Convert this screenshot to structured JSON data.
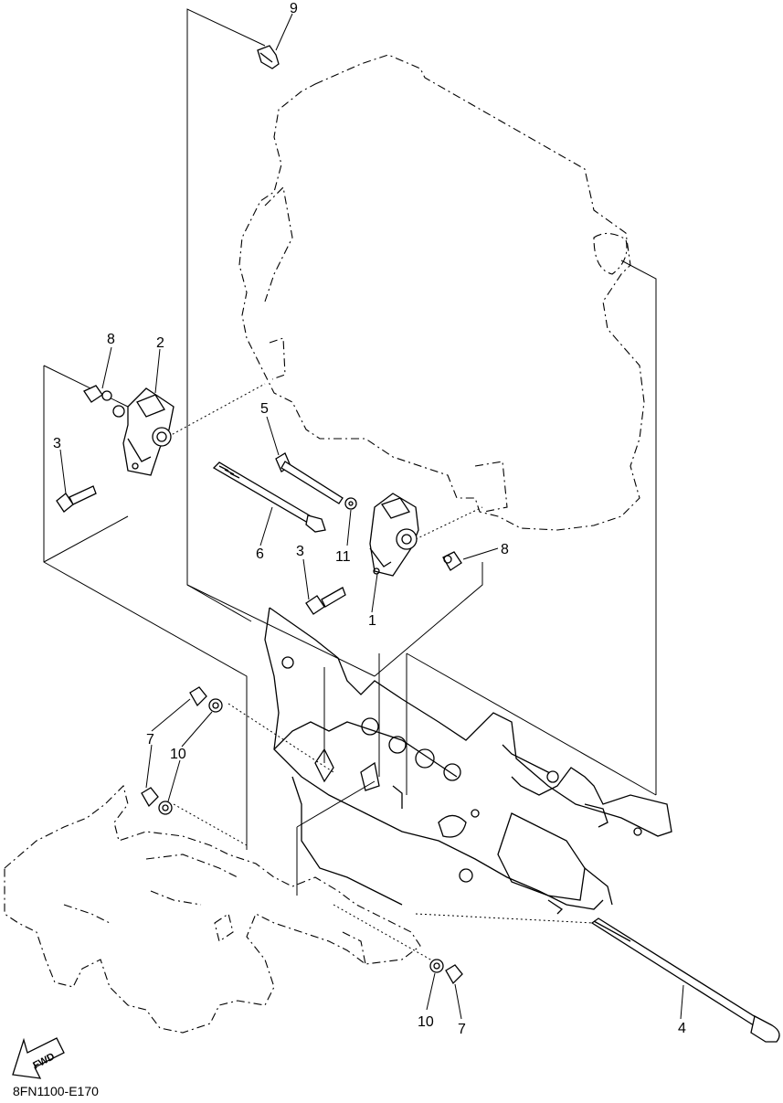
{
  "diagram": {
    "callouts": {
      "c1": "1",
      "c2": "2",
      "c3a": "3",
      "c3b": "3",
      "c4": "4",
      "c5": "5",
      "c6": "6",
      "c7a": "7",
      "c7b": "7",
      "c8a": "8",
      "c8b": "8",
      "c9": "9",
      "c10a": "10",
      "c10b": "10",
      "c11": "11"
    },
    "fwd_label": "FWD",
    "figure_code": "8FN1100-E170"
  }
}
